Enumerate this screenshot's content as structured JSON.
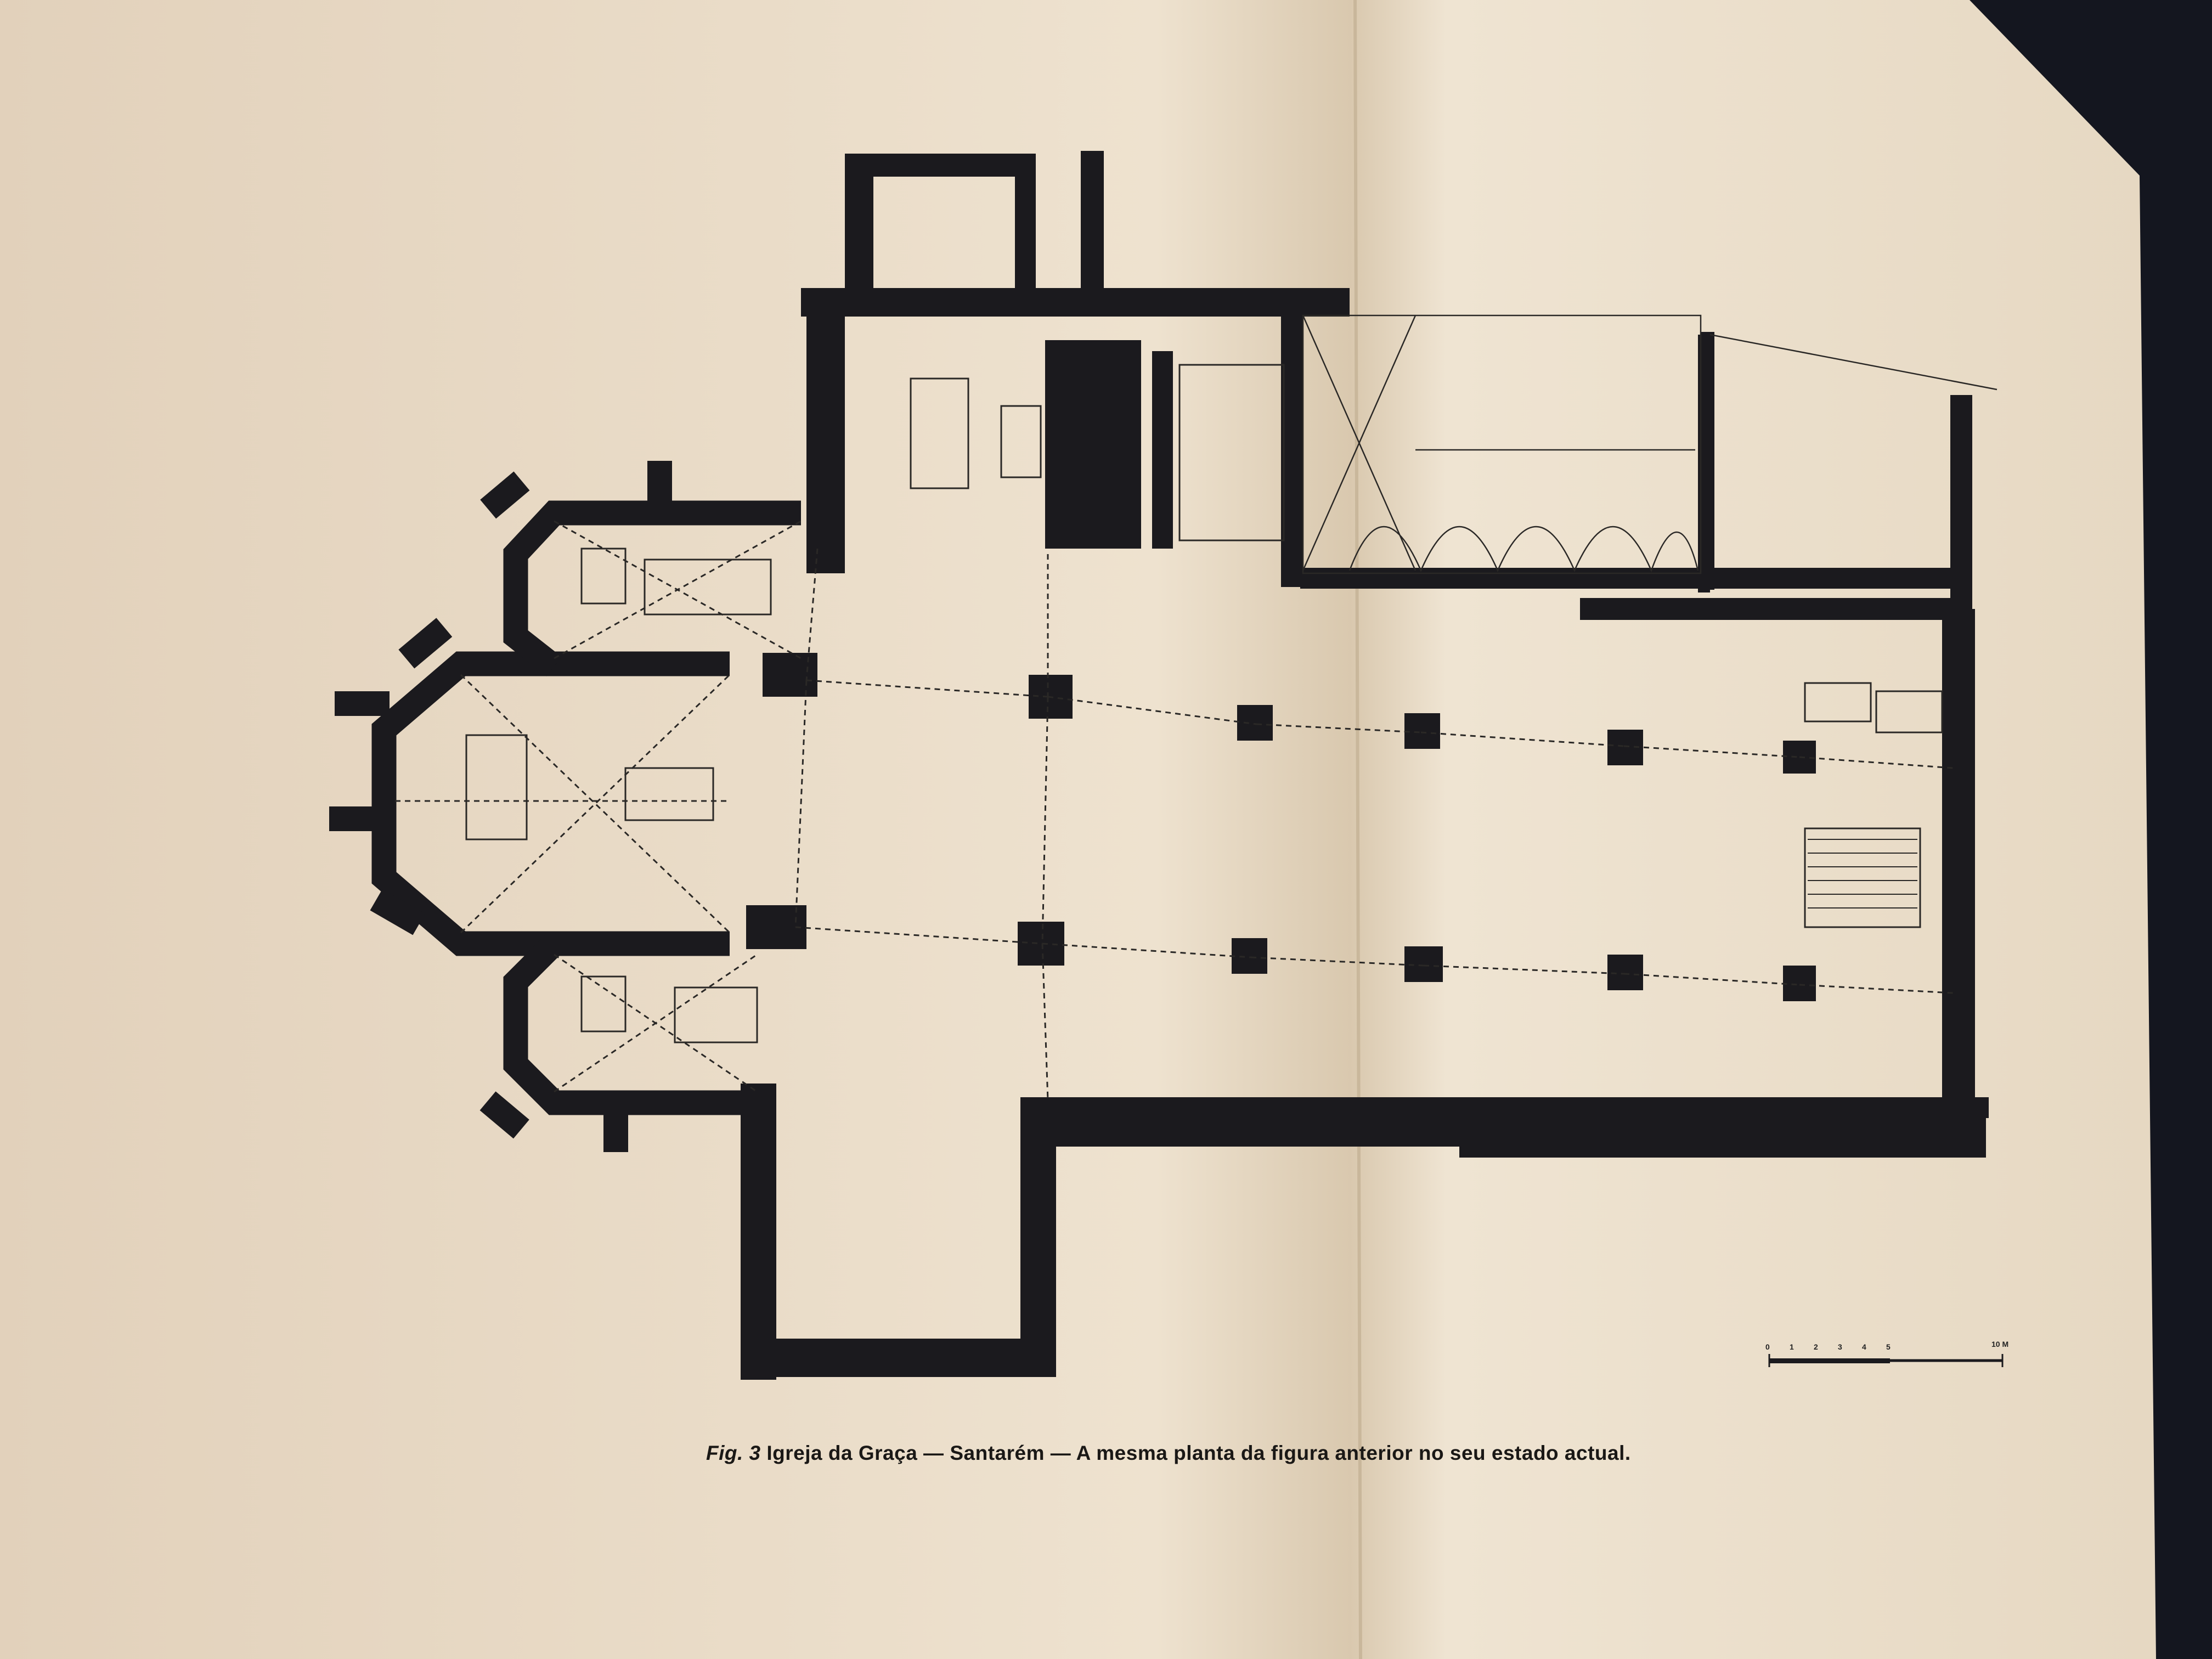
{
  "caption": {
    "figure": "Fig. 3",
    "text": "Igreja da Graça — Santarém — A mesma planta da figura anterior no seu estado actual."
  },
  "scale_bar": {
    "ticks": [
      "0",
      "1",
      "2",
      "3",
      "4",
      "5"
    ],
    "end_label": "10 M"
  },
  "colors": {
    "paper": "#efe3d0",
    "ink": "#1b1a1e",
    "background": "#14161f"
  }
}
